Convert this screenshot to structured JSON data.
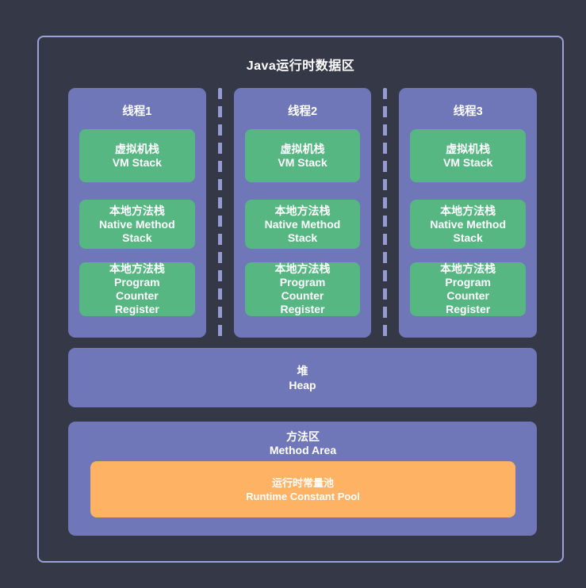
{
  "diagram": {
    "title": "Java运行时数据区",
    "threads": [
      {
        "label": "线程1",
        "boxes": [
          {
            "zh": "虚拟机栈",
            "en": "VM Stack"
          },
          {
            "zh": "本地方法栈",
            "en": "Native Method\nStack"
          },
          {
            "zh": "本地方法栈",
            "en": "Program\nCounter\nRegister"
          }
        ]
      },
      {
        "label": "线程2",
        "boxes": [
          {
            "zh": "虚拟机栈",
            "en": "VM Stack"
          },
          {
            "zh": "本地方法栈",
            "en": "Native Method\nStack"
          },
          {
            "zh": "本地方法栈",
            "en": "Program\nCounter\nRegister"
          }
        ]
      },
      {
        "label": "线程3",
        "boxes": [
          {
            "zh": "虚拟机栈",
            "en": "VM Stack"
          },
          {
            "zh": "本地方法栈",
            "en": "Native Method\nStack"
          },
          {
            "zh": "本地方法栈",
            "en": "Program\nCounter\nRegister"
          }
        ]
      }
    ],
    "heap": {
      "zh": "堆",
      "en": "Heap"
    },
    "method_area": {
      "zh": "方法区",
      "en": "Method Area",
      "pool": {
        "zh": "运行时常量池",
        "en": "Runtime Constant Pool"
      }
    }
  },
  "colors": {
    "bg": "#343847",
    "border": "#9ba2d8",
    "purple": "#6f77b8",
    "green": "#56b782",
    "orange": "#fdb264",
    "dash": "#959bd0",
    "text": "#ffffff"
  }
}
